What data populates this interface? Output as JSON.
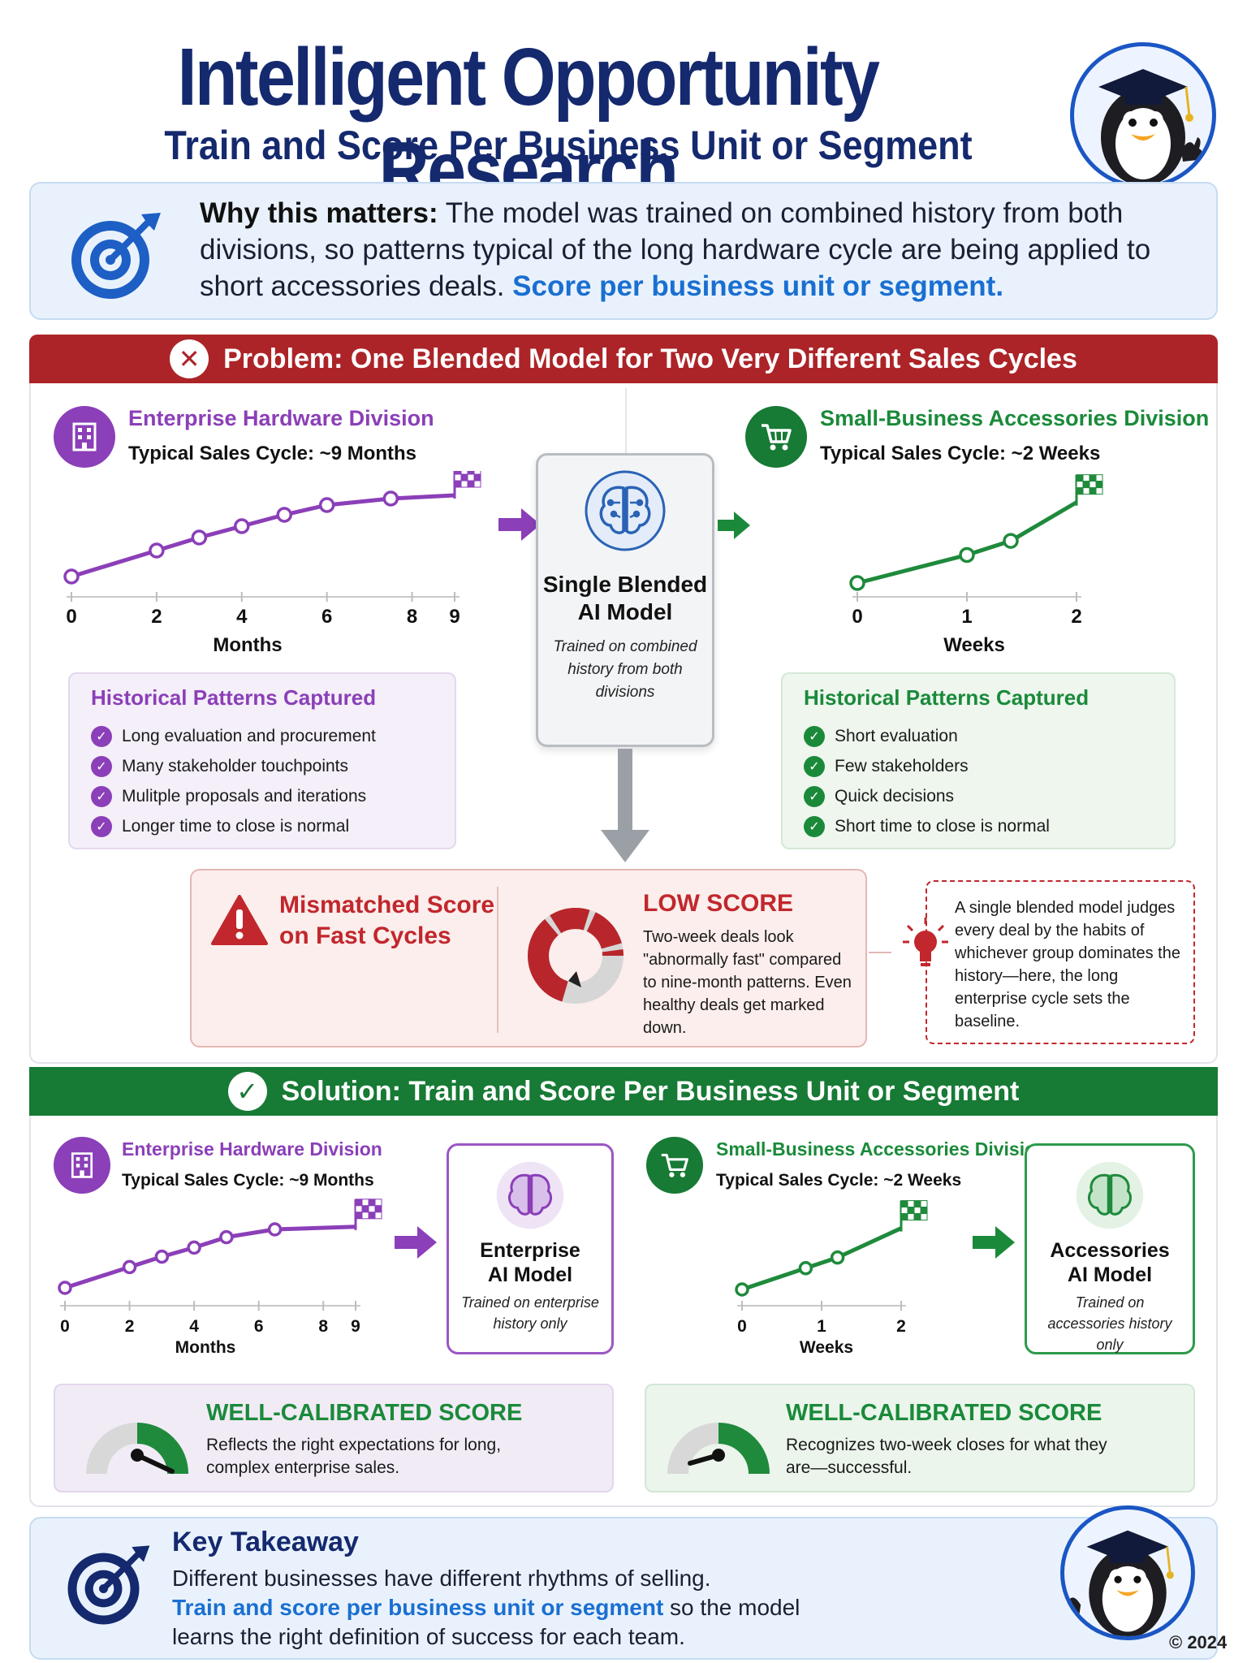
{
  "header": {
    "title": "Intelligent Opportunity Research",
    "subtitle": "Train and Score Per Business Unit or Segment"
  },
  "why": {
    "lead": "Why this matters:",
    "body": " The model was trained on combined history from both divisions, so patterns typical of the long hardware cycle are being applied to short accessories deals. ",
    "highlight": "Score per business unit or segment."
  },
  "problem": {
    "banner": "Problem: One Blended Model for Two Very Different Sales Cycles",
    "enterprise": {
      "title": "Enterprise Hardware Division",
      "cycle": "Typical Sales Cycle: ~9 Months",
      "axis_label": "Months",
      "patterns_title": "Historical Patterns Captured",
      "patterns": [
        "Long evaluation and procurement",
        "Many stakeholder touchpoints",
        "Mulitple proposals and iterations",
        "Longer time to close is normal"
      ]
    },
    "accessories": {
      "title": "Small-Business Accessories Division",
      "cycle": "Typical Sales Cycle: ~2 Weeks",
      "axis_label": "Weeks",
      "patterns_title": "Historical Patterns Captured",
      "patterns": [
        "Short evaluation",
        "Few stakeholders",
        "Quick decisions",
        "Short time to close is normal"
      ]
    },
    "model": {
      "name_line1": "Single Blended",
      "name_line2": "AI Model",
      "sub": "Trained on combined history from both divisions"
    },
    "mismatch": {
      "title_line1": "Mismatched Score",
      "title_line2": "on Fast Cycles",
      "score_title": "LOW SCORE",
      "score_desc": "Two-week deals look \"abnormally fast\" compared to nine-month patterns. Even healthy deals get marked down."
    },
    "note": "A single blended model judges every deal by the habits of whichever group dominates the history—here, the long enterprise cycle sets the baseline."
  },
  "solution": {
    "banner": "Solution: Train and Score Per Business Unit or Segment",
    "enterprise": {
      "title": "Enterprise Hardware Division",
      "cycle": "Typical Sales Cycle: ~9 Months",
      "axis_label": "Months",
      "model_line1": "Enterprise",
      "model_line2": "AI Model",
      "model_sub": "Trained on enterprise history only",
      "score_title": "WELL-CALIBRATED SCORE",
      "score_desc": "Reflects the right expectations for long, complex enterprise sales."
    },
    "accessories": {
      "title": "Small-Business Accessories Division",
      "cycle": "Typical Sales Cycle: ~2 Weeks",
      "axis_label": "Weeks",
      "model_line1": "Accessories",
      "model_line2": "AI Model",
      "model_sub": "Trained on accessories history only",
      "score_title": "WELL-CALIBRATED SCORE",
      "score_desc": "Recognizes two-week closes for what they are—successful."
    }
  },
  "takeaway": {
    "title": "Key Takeaway",
    "line1": "Different businesses have different rhythms of selling.",
    "line2_highlight": "Train and score per business unit or segment",
    "line2_rest": " so the model",
    "line3": "learns the right definition of success for each team."
  },
  "copyright": "© 2024",
  "colors": {
    "navy": "#14296e",
    "problem_red": "#ac2428",
    "solution_green": "#177a35",
    "enterprise_purple": "#8b3fb8",
    "accessories_green": "#1a8a3a",
    "highlight_blue": "#1a6fd1"
  },
  "chart_data": [
    {
      "type": "line",
      "id": "problem-enterprise",
      "x": [
        0,
        2,
        3,
        4,
        5,
        6,
        7.5,
        9
      ],
      "y": [
        0,
        1.6,
        2.4,
        3.1,
        3.8,
        4.4,
        4.8,
        5.0
      ],
      "xticks": [
        0,
        2,
        4,
        6,
        8,
        9
      ],
      "xlabel": "Months",
      "xlim": [
        0,
        9
      ]
    },
    {
      "type": "line",
      "id": "problem-accessories",
      "x": [
        0,
        1,
        1.4,
        2
      ],
      "y": [
        0,
        1.6,
        2.4,
        4.6
      ],
      "xticks": [
        0,
        1,
        2
      ],
      "xlabel": "Weeks",
      "xlim": [
        0,
        2
      ]
    },
    {
      "type": "line",
      "id": "solution-enterprise",
      "x": [
        0,
        2,
        3,
        4,
        5,
        6.5,
        9
      ],
      "y": [
        0,
        1.6,
        2.4,
        3.1,
        3.9,
        4.5,
        4.7
      ],
      "xticks": [
        0,
        2,
        4,
        6,
        8,
        9
      ],
      "xlabel": "Months",
      "xlim": [
        0,
        9
      ]
    },
    {
      "type": "line",
      "id": "solution-accessories",
      "x": [
        0,
        0.8,
        1.2,
        2
      ],
      "y": [
        0,
        1.6,
        2.4,
        4.6
      ],
      "xticks": [
        0,
        1,
        2
      ],
      "xlabel": "Weeks",
      "xlim": [
        0,
        2
      ]
    }
  ]
}
